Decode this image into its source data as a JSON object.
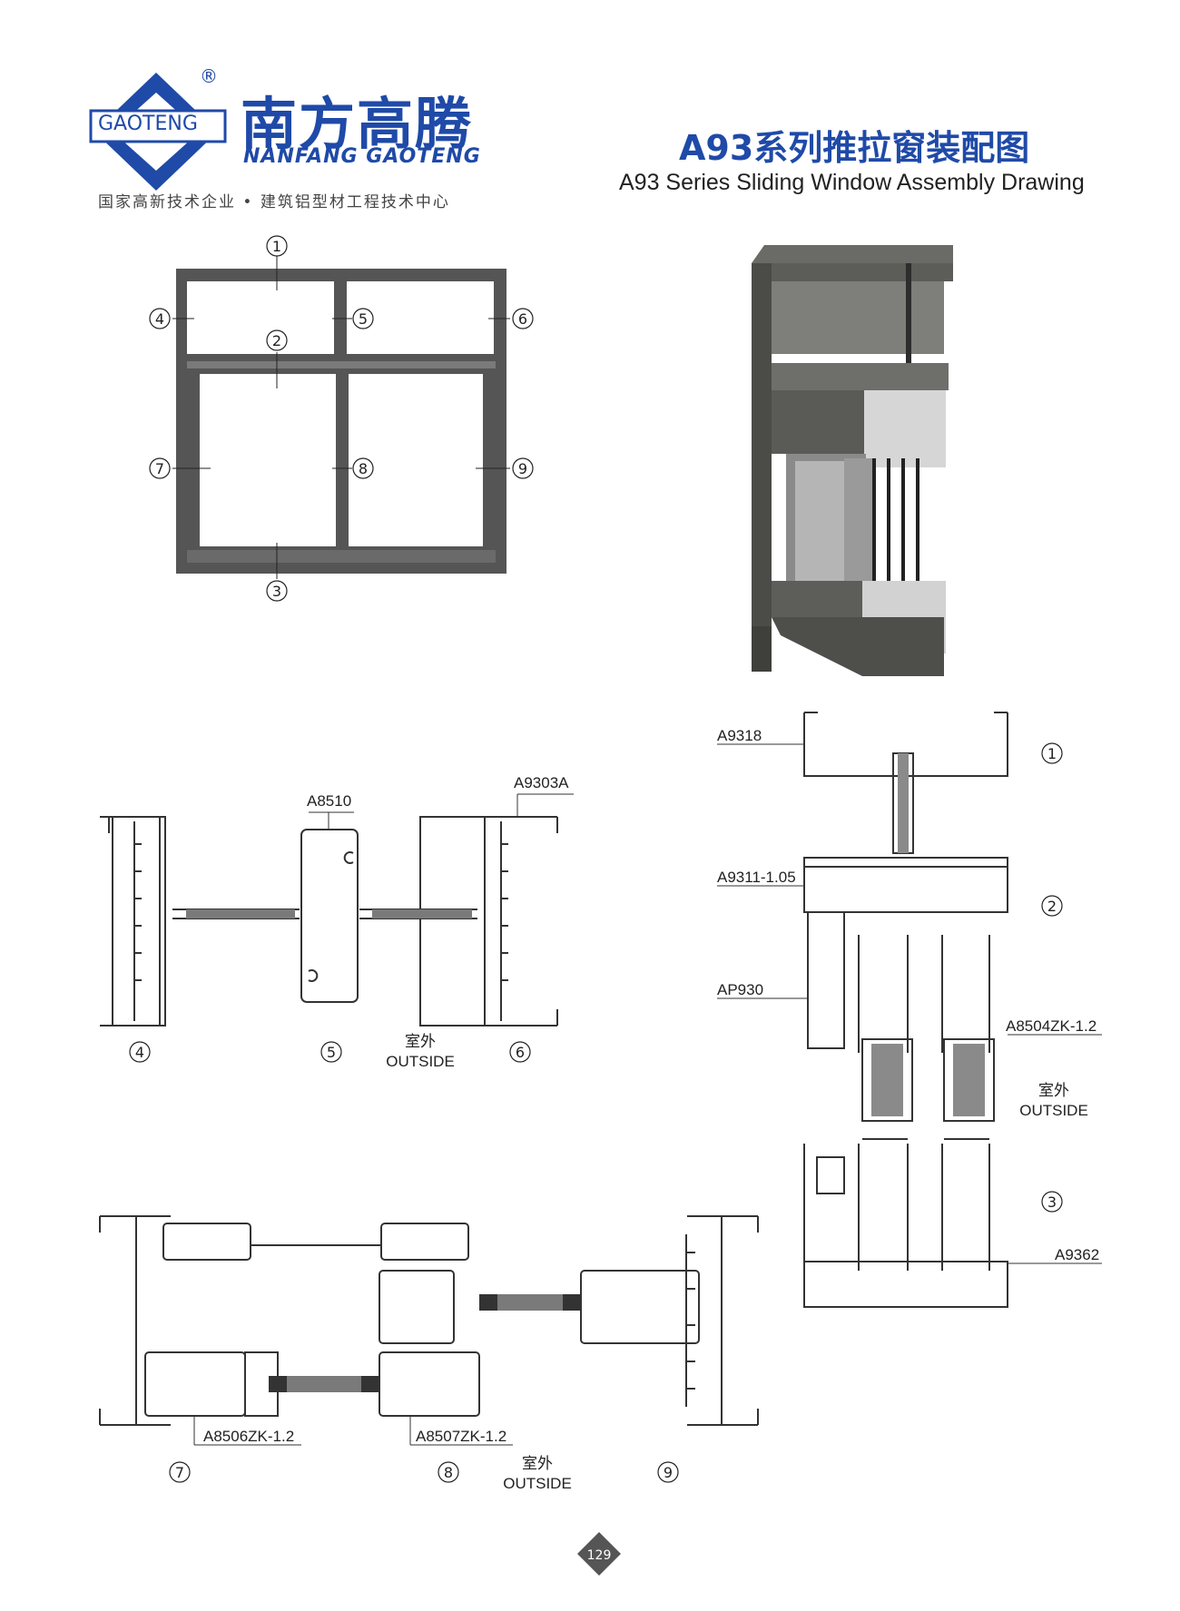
{
  "brand": {
    "logo_text": "GAOTENG",
    "registered": "®",
    "name_cn": "南方高腾",
    "name_en": "NANFANG GAOTENG",
    "tagline": "国家高新技术企业 • 建筑铝型材工程技术中心",
    "color": "#1f4aa8"
  },
  "title": {
    "cn": "A93系列推拉窗装配图",
    "en": "A93 Series Sliding Window Assembly Drawing"
  },
  "elevation": {
    "markers": [
      "1",
      "2",
      "3",
      "4",
      "5",
      "6",
      "7",
      "8",
      "9"
    ]
  },
  "section_horizontal_top": {
    "parts": [
      "A8510",
      "A9303A"
    ],
    "markers": [
      "4",
      "5",
      "6"
    ],
    "outside_cn": "室外",
    "outside_en": "OUTSIDE"
  },
  "section_vertical": {
    "parts": [
      "A9318",
      "A9311-1.05",
      "AP930",
      "A8504ZK-1.2",
      "A9362"
    ],
    "markers": [
      "1",
      "2",
      "3"
    ],
    "outside_cn": "室外",
    "outside_en": "OUTSIDE"
  },
  "section_horizontal_bottom": {
    "parts": [
      "A8506ZK-1.2",
      "A8507ZK-1.2"
    ],
    "markers": [
      "7",
      "8",
      "9"
    ],
    "outside_cn": "室外",
    "outside_en": "OUTSIDE"
  },
  "page_number": "129"
}
